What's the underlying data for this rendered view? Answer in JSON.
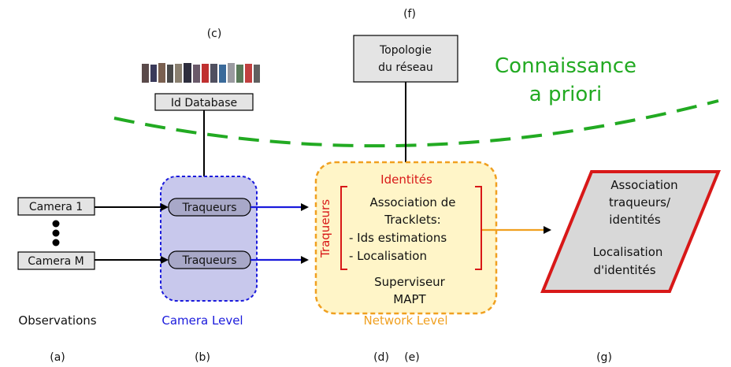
{
  "labels": {
    "a": "(a)",
    "b": "(b)",
    "c": "(c)",
    "d": "(d)",
    "e": "(e)",
    "f": "(f)",
    "g": "(g)"
  },
  "column_titles": {
    "observations": "Observations",
    "camera_level": "Camera Level",
    "network_level": "Network Level"
  },
  "prior": {
    "line1": "Connaissance",
    "line2": "a priori"
  },
  "id_database": "Id Database",
  "topology": {
    "line1": "Topologie",
    "line2": "du réseau"
  },
  "cameras": {
    "first": "Camera 1",
    "last": "Camera M"
  },
  "tracker_label": "Traqueurs",
  "supervisor": {
    "identities": "Identités",
    "trackers_vertical": "Traqueurs",
    "assoc_line1": "Association de",
    "assoc_line2": "Tracklets:",
    "bullet1": "- Ids estimations",
    "bullet2": "- Localisation",
    "footer1": "Superviseur",
    "footer2": "MAPT"
  },
  "output": {
    "line1": "Association",
    "line2": "traqueurs/",
    "line3": "identités",
    "line4": "Localisation",
    "line5": "d'identités"
  },
  "colors": {
    "green": "#22aa22",
    "blue": "#1a1adc",
    "orange": "#f0a020",
    "red": "#d81818",
    "box_gray": "#e4e4e4",
    "camera_panel": "#c8c8ec",
    "network_panel": "#fff5c8"
  }
}
